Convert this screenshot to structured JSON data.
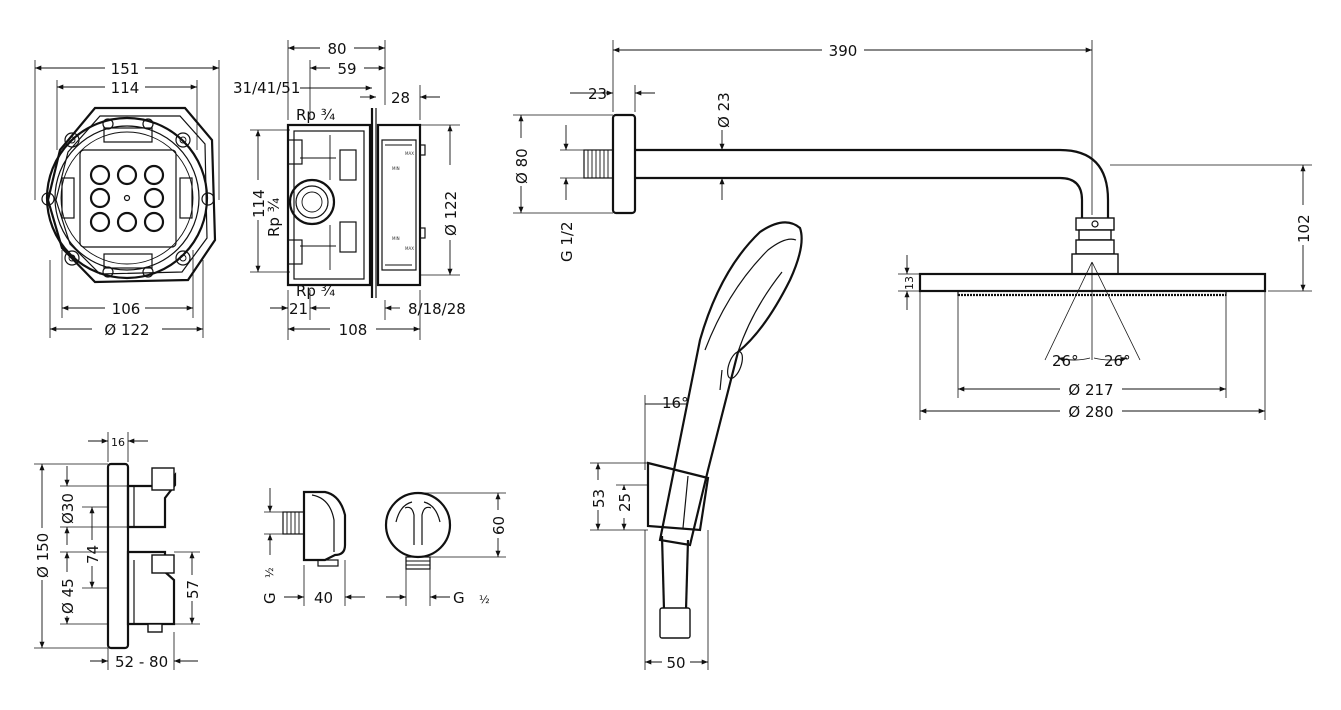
{
  "dimensions": {
    "box_front": {
      "width_outer": "151",
      "width_inner": "114",
      "bottom_width": "106",
      "bottom_diameter": "Ø 122"
    },
    "box_side": {
      "top_80": "80",
      "top_59": "59",
      "left_depths": "31/41/51",
      "right_28": "28",
      "thread_top": "Rp ¾",
      "thread_mid": "Rp ¾",
      "thread_bottom": "Rp ¾",
      "height_114": "114",
      "diameter_122": "Ø 122",
      "bottom_21": "21",
      "bottom_108": "108",
      "bottom_right": "8/18/28"
    },
    "shower_arm": {
      "length": "390",
      "flange_depth": "23",
      "arm_diameter": "Ø 23",
      "flange_diameter": "Ø 80",
      "thread": "G 1/2",
      "drop": "102"
    },
    "overhead_shower": {
      "thickness": "13",
      "angle_left": "26°",
      "angle_right": "26°",
      "inner_diameter": "Ø 217",
      "outer_diameter": "Ø 280"
    },
    "hand_shower": {
      "angle": "16°",
      "holder_height": "53",
      "holder_inner": "25",
      "width": "50"
    },
    "thermostat": {
      "projection": "16",
      "plate_diameter": "Ø 150",
      "upper_diameter": "Ø30",
      "spacing": "74",
      "lower_diameter": "Ø 45",
      "handle_height": "57",
      "depth_range": "52 - 80"
    },
    "wall_outlet": {
      "thread_left": "G",
      "thread_left_frac": "½",
      "depth": "40",
      "thread_right": "G",
      "thread_right_frac": "½",
      "diameter": "60"
    }
  }
}
